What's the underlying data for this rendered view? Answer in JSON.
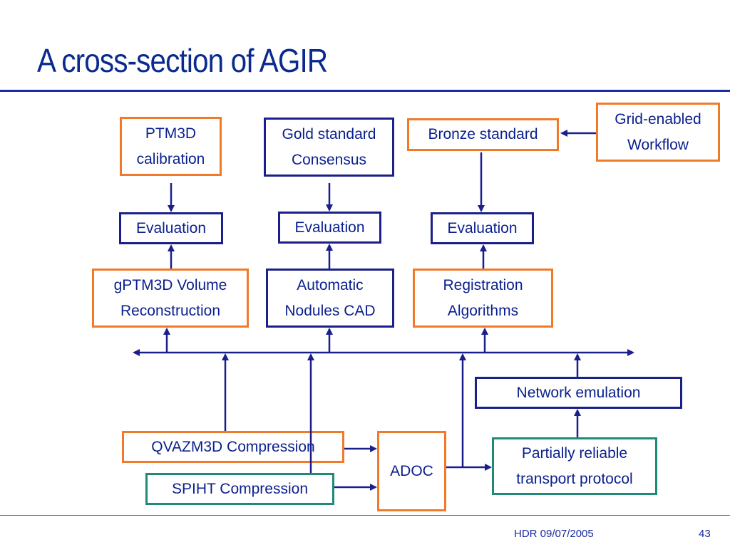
{
  "slide": {
    "title": "A cross-section of AGIR",
    "footer_left": "HDR 09/07/2005",
    "page_number": "43"
  },
  "boxes": {
    "ptm3d_calibration": [
      "PTM3D",
      "calibration"
    ],
    "gold_standard": [
      "Gold standard",
      "Consensus"
    ],
    "bronze_standard": [
      "Bronze standard"
    ],
    "grid_workflow": [
      "Grid-enabled",
      "Workflow"
    ],
    "evaluation_1": [
      "Evaluation"
    ],
    "evaluation_2": [
      "Evaluation"
    ],
    "evaluation_3": [
      "Evaluation"
    ],
    "gptm3d_volume": [
      "gPTM3D Volume",
      "Reconstruction"
    ],
    "automatic_nodules": [
      "Automatic",
      "Nodules CAD"
    ],
    "registration": [
      "Registration",
      "Algorithms"
    ],
    "network_emulation": [
      "Network emulation"
    ],
    "qvazm3d": [
      "QVAZM3D Compression"
    ],
    "spiht": [
      "SPIHT Compression"
    ],
    "adoc": [
      "ADOC"
    ],
    "partially_reliable": [
      "Partially reliable",
      "transport protocol"
    ]
  },
  "colors": {
    "title": "#0a2a8f",
    "orange_border": "#f07a2a",
    "navy_border": "#1a1f8a",
    "teal_border": "#1f8a78",
    "arrow": "#1a1f8a"
  }
}
